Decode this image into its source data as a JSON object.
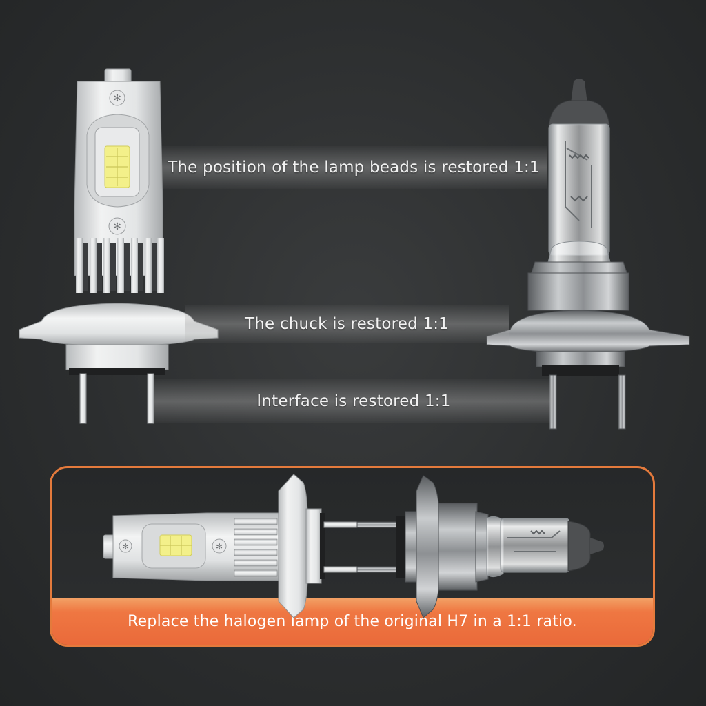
{
  "labels": {
    "lamp_beads": "The position of the lamp beads is restored 1:1",
    "chuck": "The chuck is restored 1:1",
    "interface": "Interface is restored 1:1"
  },
  "caption": "Replace the halogen lamp of the original H7 in a 1:1 ratio.",
  "colors": {
    "background": "#2b2d2e",
    "accent_orange": "#ea6a3a",
    "panel_border": "#e47a3c",
    "led_chip": "#f3f08a"
  },
  "icons": [
    "led-bulb",
    "halogen-bulb"
  ]
}
